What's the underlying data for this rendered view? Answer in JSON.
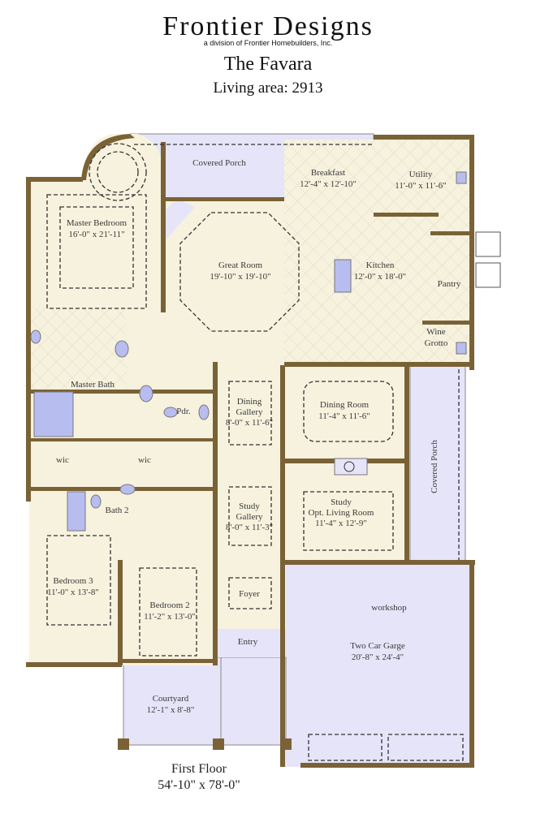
{
  "header": {
    "brand": "Frontier Designs",
    "subtitle": "a division of Frontier Homebuilders, Inc.",
    "plan_name": "The Favara",
    "living_area": "Living area: 2913"
  },
  "colors": {
    "wall": "#7a6236",
    "interior": "#f6f2de",
    "exterior": "#e6e4f8",
    "fixture": "#b8bdf0",
    "text": "#3a3a3a"
  },
  "rooms": {
    "covered_porch_rear": {
      "name": "Covered Porch"
    },
    "master_bedroom": {
      "name": "Master Bedroom",
      "size": "16'-0\" x 21'-11\""
    },
    "great_room": {
      "name": "Great Room",
      "size": "19'-10\" x 19'-10\""
    },
    "breakfast": {
      "name": "Breakfast",
      "size": "12'-4\" x 12'-10\""
    },
    "utility": {
      "name": "Utility",
      "size": "11'-0\" x 11'-6\""
    },
    "kitchen": {
      "name": "Kitchen",
      "size": "12'-0\" x 18'-0\""
    },
    "pantry": {
      "name": "Pantry"
    },
    "wine_grotto": {
      "name1": "Wine",
      "name2": "Grotto"
    },
    "master_bath": {
      "name": "Master Bath"
    },
    "powder": {
      "name": "Pdr."
    },
    "wic_1": {
      "name": "wic"
    },
    "wic_2": {
      "name": "wic"
    },
    "dining_gallery": {
      "name1": "Dining",
      "name2": "Gallery",
      "size": "8'-0\" x 11'-6\""
    },
    "dining_room": {
      "name": "Dining Room",
      "size": "11'-4\" x 11'-6\""
    },
    "covered_porch_side": {
      "name": "Covered Porch"
    },
    "study_gallery": {
      "name1": "Study",
      "name2": "Gallery",
      "size": "8'-0\" x 11'-3\""
    },
    "study": {
      "name1": "Study",
      "name2": "Opt. Living Room",
      "size": "11'-4\" x 12'-9\""
    },
    "bath_2": {
      "name": "Bath 2"
    },
    "bedroom_3": {
      "name": "Bedroom 3",
      "size": "11'-0\" x 13'-8\""
    },
    "bedroom_2": {
      "name": "Bedroom 2",
      "size": "11'-2\" x 13'-0\""
    },
    "foyer": {
      "name": "Foyer"
    },
    "entry": {
      "name": "Entry"
    },
    "workshop": {
      "name": "workshop"
    },
    "garage": {
      "name": "Two Car Garge",
      "size": "20'-8\" x 24'-4\""
    },
    "courtyard": {
      "name": "Courtyard",
      "size": "12'-1\" x 8'-8\""
    }
  },
  "footer": {
    "floor": "First Floor",
    "dimensions": "54'-10\" x 78'-0\""
  }
}
